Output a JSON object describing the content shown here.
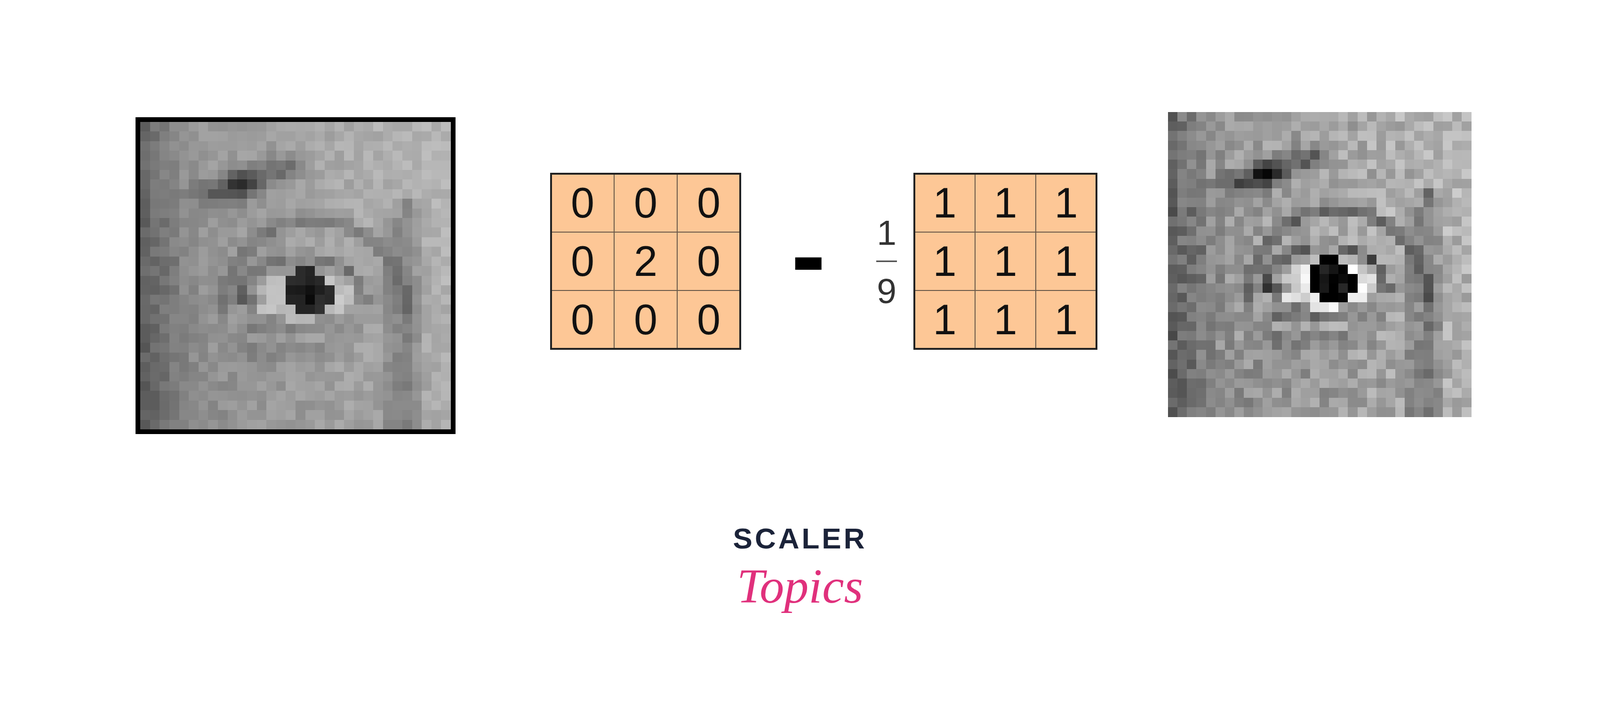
{
  "diagram": {
    "labels": [
      "0",
      "0",
      "0",
      "0",
      "2",
      "0",
      "0",
      "0",
      "0",
      "-",
      "1",
      "9",
      "1",
      "1",
      "1",
      "1",
      "1",
      "1",
      "1",
      "1",
      "1",
      "SCALER",
      "Topics"
    ]
  }
}
